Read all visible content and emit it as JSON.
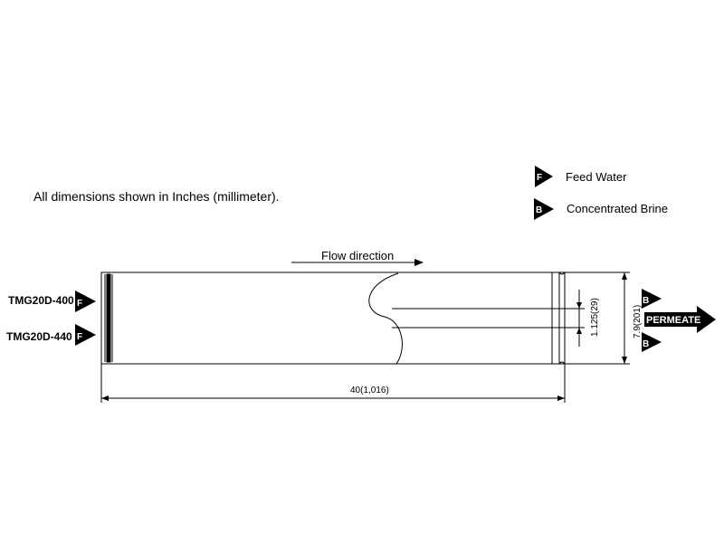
{
  "note": "All dimensions shown in Inches (millimeter).",
  "legend": {
    "feed": {
      "marker": "F",
      "label": "Feed Water"
    },
    "brine": {
      "marker": "B",
      "label": "Concentrated Brine"
    }
  },
  "flow": {
    "label": "Flow direction"
  },
  "models": [
    "TMG20D-400",
    "TMG20D-440"
  ],
  "inlet_marker": "F",
  "outlet_marker": "B",
  "permeate": {
    "label": "PERMEATE"
  },
  "dimensions": {
    "length": "40(1,016)",
    "permeate_tube": "1.125(29)",
    "diameter": "7.9(201)"
  },
  "colors": {
    "ink": "#000000",
    "background": "#ffffff"
  }
}
